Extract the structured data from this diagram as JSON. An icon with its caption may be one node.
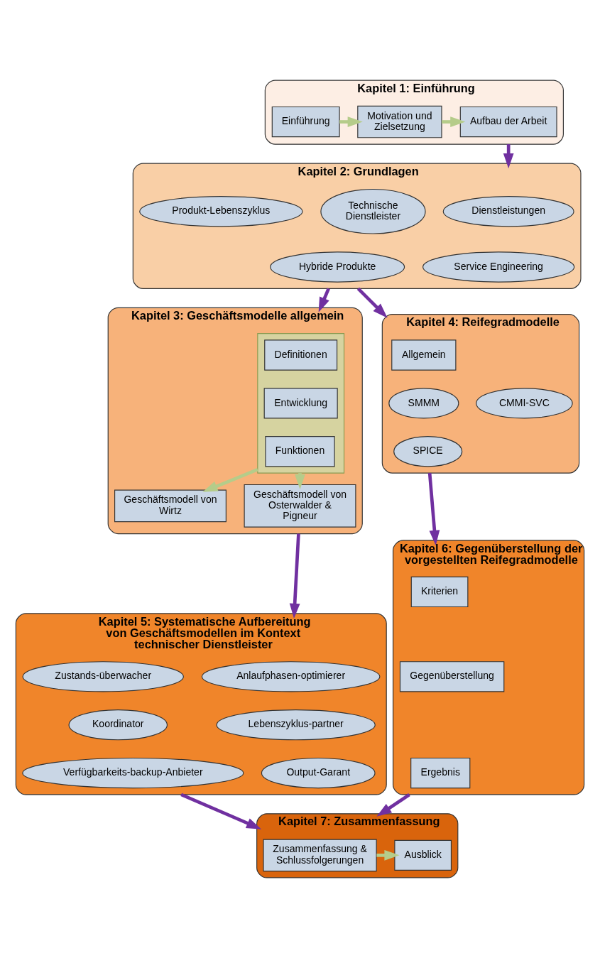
{
  "diagram": {
    "nodes": [
      {
        "text": [
          "Kapitel 1: Einführung"
        ]
      },
      {
        "text": [
          "Einführung"
        ],
        "in": 0
      },
      {
        "text": [
          "Motivation und Zielsetzung"
        ],
        "in": 0
      },
      {
        "text": [
          "Aufbau der Arbeit"
        ],
        "in": 0
      },
      {
        "text": [
          "Kapitel 2: Grundlagen"
        ]
      },
      {
        "text": [
          "Dienstleistungen"
        ],
        "in": 4
      },
      {
        "text": [
          "Service Engineering"
        ],
        "in": 4
      },
      {
        "text": [
          "Technische Dienstleister"
        ],
        "in": 4
      },
      {
        "text": [
          "Produkt-Lebenszyklus"
        ],
        "in": 4
      },
      {
        "text": [
          "Hybride Produkte"
        ],
        "in": 4
      },
      {
        "text": [
          "Kapitel 3: Geschäftsmodelle allgemein"
        ]
      },
      {
        "text": [],
        "shape": "box",
        "in": 10
      },
      {
        "text": [
          "Definitionen"
        ],
        "in": 11
      },
      {
        "text": [
          "Entwicklung"
        ],
        "in": 11
      },
      {
        "text": [
          "Funktionen"
        ],
        "in": 11
      },
      {
        "text": [
          "Geschäftsmodell von Wirtz"
        ],
        "in": 10
      },
      {
        "text": [
          "Geschäftsmodell von Osterwalder & Pigneur"
        ],
        "in": 10
      },
      {
        "text": [
          "Kapitel 4: Reifegradmodelle"
        ]
      },
      {
        "text": [
          "Allgemein"
        ],
        "in": 17
      },
      {
        "text": [
          "SMMM"
        ],
        "in": 17
      },
      {
        "text": [
          "CMMI-SVC"
        ],
        "in": 17
      },
      {
        "text": [
          "SPICE"
        ],
        "in": 17
      },
      {
        "text": [
          "Kapitel 5: Systematische Aufbereitung von Geschäftsmodellen im Kontext technischer Dienstleister"
        ]
      },
      {
        "text": [
          "Anlaufphasen-optimierer"
        ],
        "in": 22
      },
      {
        "text": [
          "Zustands-überwacher"
        ],
        "in": 22
      },
      {
        "text": [
          "Lebenszyklus-partner"
        ],
        "in": 22
      },
      {
        "text": [
          "Koordinator"
        ],
        "in": 22
      },
      {
        "text": [
          "Output-Garant"
        ],
        "in": 22
      },
      {
        "text": [
          "Verfügbarkeits-backup-Anbieter"
        ],
        "in": 22
      },
      {
        "text": [
          "Kapitel 6: Gegenüberstellung der vorgestellten Reifegradmodelle"
        ]
      },
      {
        "text": [
          "Kriterien"
        ],
        "in": 29
      },
      {
        "text": [
          "Gegenüberstellung"
        ],
        "in": 29
      },
      {
        "text": [
          "Ergebnis"
        ],
        "in": 29
      },
      {
        "text": [
          "Kapitel 7: Zusammenfassung"
        ]
      },
      {
        "text": [
          "Zusammenfassung & Schlussfolgerungen"
        ],
        "in": 33
      },
      {
        "text": [
          "Ausblick"
        ],
        "in": 33
      }
    ],
    "edges": [
      {
        "from": 1,
        "to": 2,
        "arrow": "to",
        "color": "#b5cc8a"
      },
      {
        "from": 2,
        "to": 3,
        "arrow": "to",
        "color": "#b5cc8a"
      },
      {
        "from": 0,
        "to": 4,
        "arrow": "to",
        "color": "#7030a0"
      },
      {
        "from": 4,
        "to": 10,
        "arrow": "to",
        "color": "#7030a0"
      },
      {
        "from": 4,
        "to": 17,
        "arrow": "to",
        "color": "#7030a0"
      },
      {
        "from": 11,
        "to": 15,
        "arrow": "to",
        "color": "#b5cc8a"
      },
      {
        "from": 11,
        "to": 16,
        "arrow": "to",
        "color": "#b5cc8a"
      },
      {
        "from": 10,
        "to": 22,
        "arrow": "to",
        "color": "#7030a0"
      },
      {
        "from": 17,
        "to": 29,
        "arrow": "to",
        "color": "#7030a0"
      },
      {
        "from": 22,
        "to": 33,
        "arrow": "to",
        "color": "#7030a0"
      },
      {
        "from": 29,
        "to": 33,
        "arrow": "to",
        "color": "#7030a0"
      },
      {
        "from": 34,
        "to": 35,
        "arrow": "to",
        "color": "#b5cc8a"
      }
    ]
  }
}
